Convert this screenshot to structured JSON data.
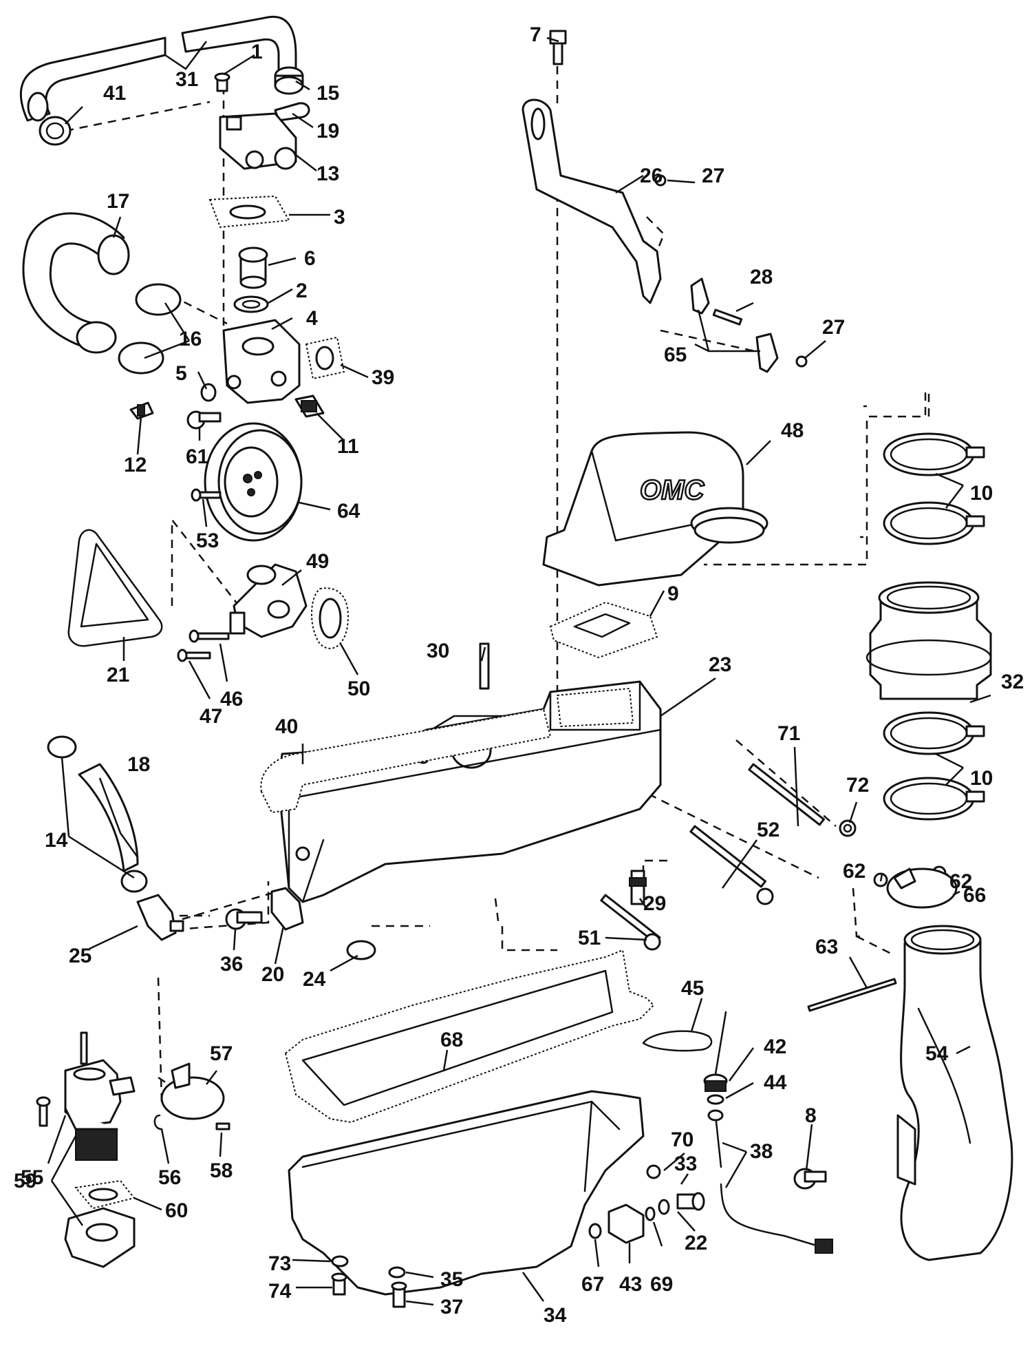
{
  "brand_mark": "OMC",
  "callouts": {
    "c1": "1",
    "c2": "2",
    "c3": "3",
    "c4": "4",
    "c5": "5",
    "c6": "6",
    "c7": "7",
    "c8": "8",
    "c9": "9",
    "c10a": "10",
    "c10b": "10",
    "c11": "11",
    "c12": "12",
    "c13": "13",
    "c14": "14",
    "c15": "15",
    "c16": "16",
    "c17": "17",
    "c18": "18",
    "c19": "19",
    "c20": "20",
    "c21": "21",
    "c22": "22",
    "c23": "23",
    "c24": "24",
    "c25": "25",
    "c26": "26",
    "c27a": "27",
    "c27b": "27",
    "c28": "28",
    "c29": "29",
    "c30": "30",
    "c31": "31",
    "c32": "32",
    "c33": "33",
    "c34": "34",
    "c35": "35",
    "c36": "36",
    "c37": "37",
    "c38": "38",
    "c39": "39",
    "c40": "40",
    "c41": "41",
    "c42": "42",
    "c43": "43",
    "c44": "44",
    "c45": "45",
    "c46": "46",
    "c47": "47",
    "c48": "48",
    "c49": "49",
    "c50": "50",
    "c51": "51",
    "c52": "52",
    "c53": "53",
    "c54": "54",
    "c55": "55",
    "c56": "56",
    "c57": "57",
    "c58": "58",
    "c59": "59",
    "c60": "60",
    "c61": "61",
    "c62a": "62",
    "c62b": "62",
    "c63": "63",
    "c64": "64",
    "c65": "65",
    "c66": "66",
    "c67": "67",
    "c68": "68",
    "c69": "69",
    "c70": "70",
    "c71": "71",
    "c72": "72",
    "c73": "73",
    "c74": "74"
  }
}
